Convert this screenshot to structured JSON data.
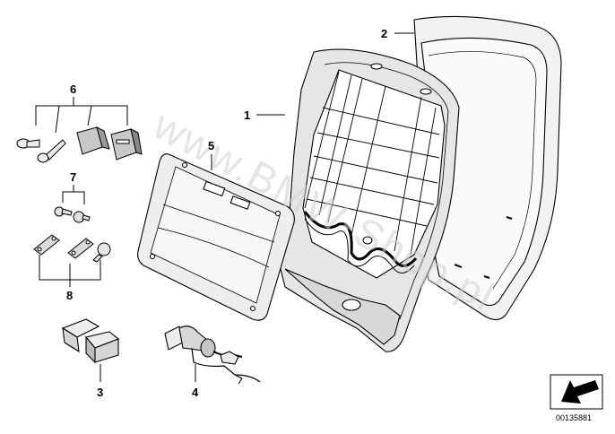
{
  "callouts": {
    "c1": "1",
    "c2": "2",
    "c3": "3",
    "c4": "4",
    "c5": "5",
    "c6": "6",
    "c7": "7",
    "c8": "8"
  },
  "watermark": "www.BMW-Shop.pl",
  "reference_number": "00135881",
  "icons": {
    "orientation": "arrow-icon"
  },
  "colors": {
    "line": "#000000",
    "part_fill": "#ececec",
    "part_shade": "#bdbdbd",
    "watermark": "#cfcfcf"
  }
}
